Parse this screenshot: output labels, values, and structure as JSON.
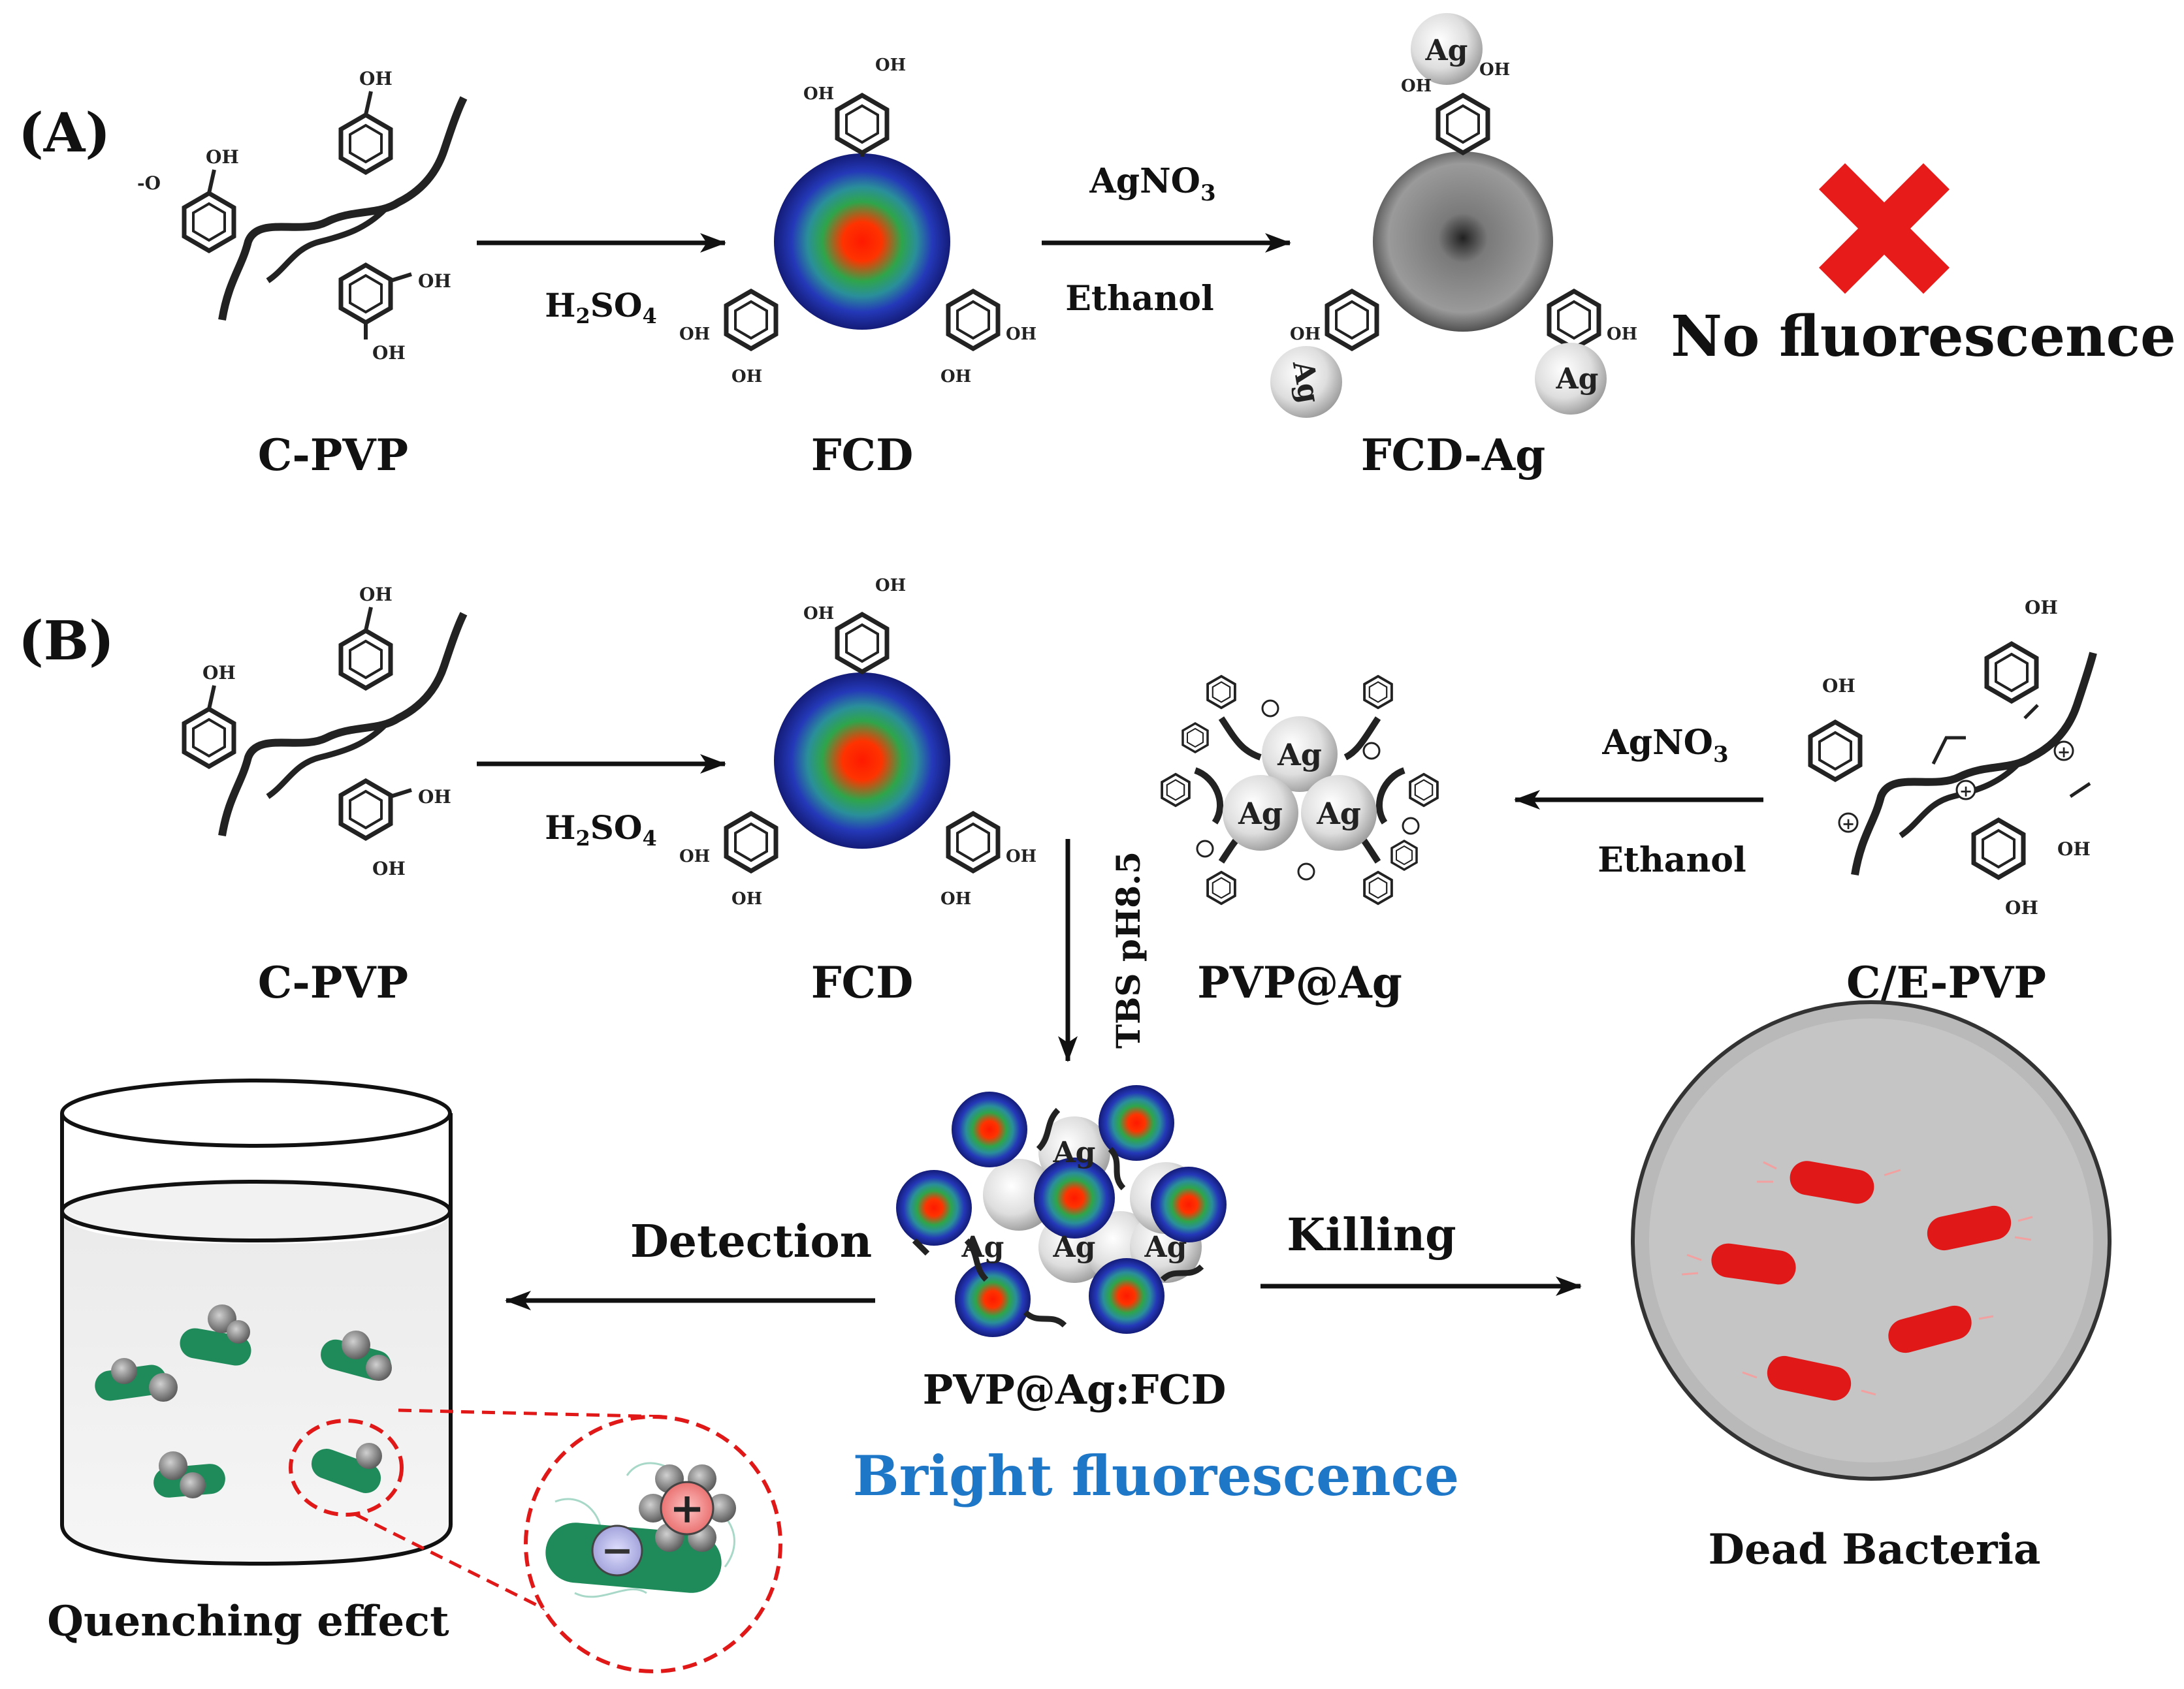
{
  "panel_a": {
    "label": "(A)",
    "cpvp": "C-PVP",
    "fcd": "FCD",
    "fcd_ag": "FCD-Ag",
    "reagent1_main": "H",
    "reagent1_sub1": "2",
    "reagent1_mid": "SO",
    "reagent1_sub2": "4",
    "reagent2_main": "AgNO",
    "reagent2_sub": "3",
    "reagent2_below": "Ethanol",
    "result": "No fluorescence"
  },
  "panel_b": {
    "label": "(B)",
    "cpvp": "C-PVP",
    "fcd": "FCD",
    "pvp_ag": "PVP@Ag",
    "ce_pvp": "C/E-PVP",
    "reagent1_main": "H",
    "reagent1_sub1": "2",
    "reagent1_mid": "SO",
    "reagent1_sub2": "4",
    "reagent2_main": "AgNO",
    "reagent2_sub": "3",
    "reagent2_below": "Ethanol",
    "buffer": "TBS pH8.5",
    "composite": "PVP@Ag:FCD",
    "composite_note": "Bright fluorescence",
    "detection": "Detection",
    "killing": "Killing",
    "quenching": "Quenching effect",
    "dead_bacteria": "Dead Bacteria"
  },
  "chem": {
    "oh": "OH",
    "ag": "Ag",
    "plus": "+",
    "minus": "−"
  },
  "colors": {
    "fcd_core": "#ff1a00",
    "fcd_ring": "#18a048",
    "fcd_shell": "#1b2ba8",
    "cross": "#e81b1b",
    "bright_text": "#1f77c8",
    "bacteria_green": "#1f8a5a",
    "bacteria_red": "#e01818",
    "dish": "#b9b9b9"
  }
}
